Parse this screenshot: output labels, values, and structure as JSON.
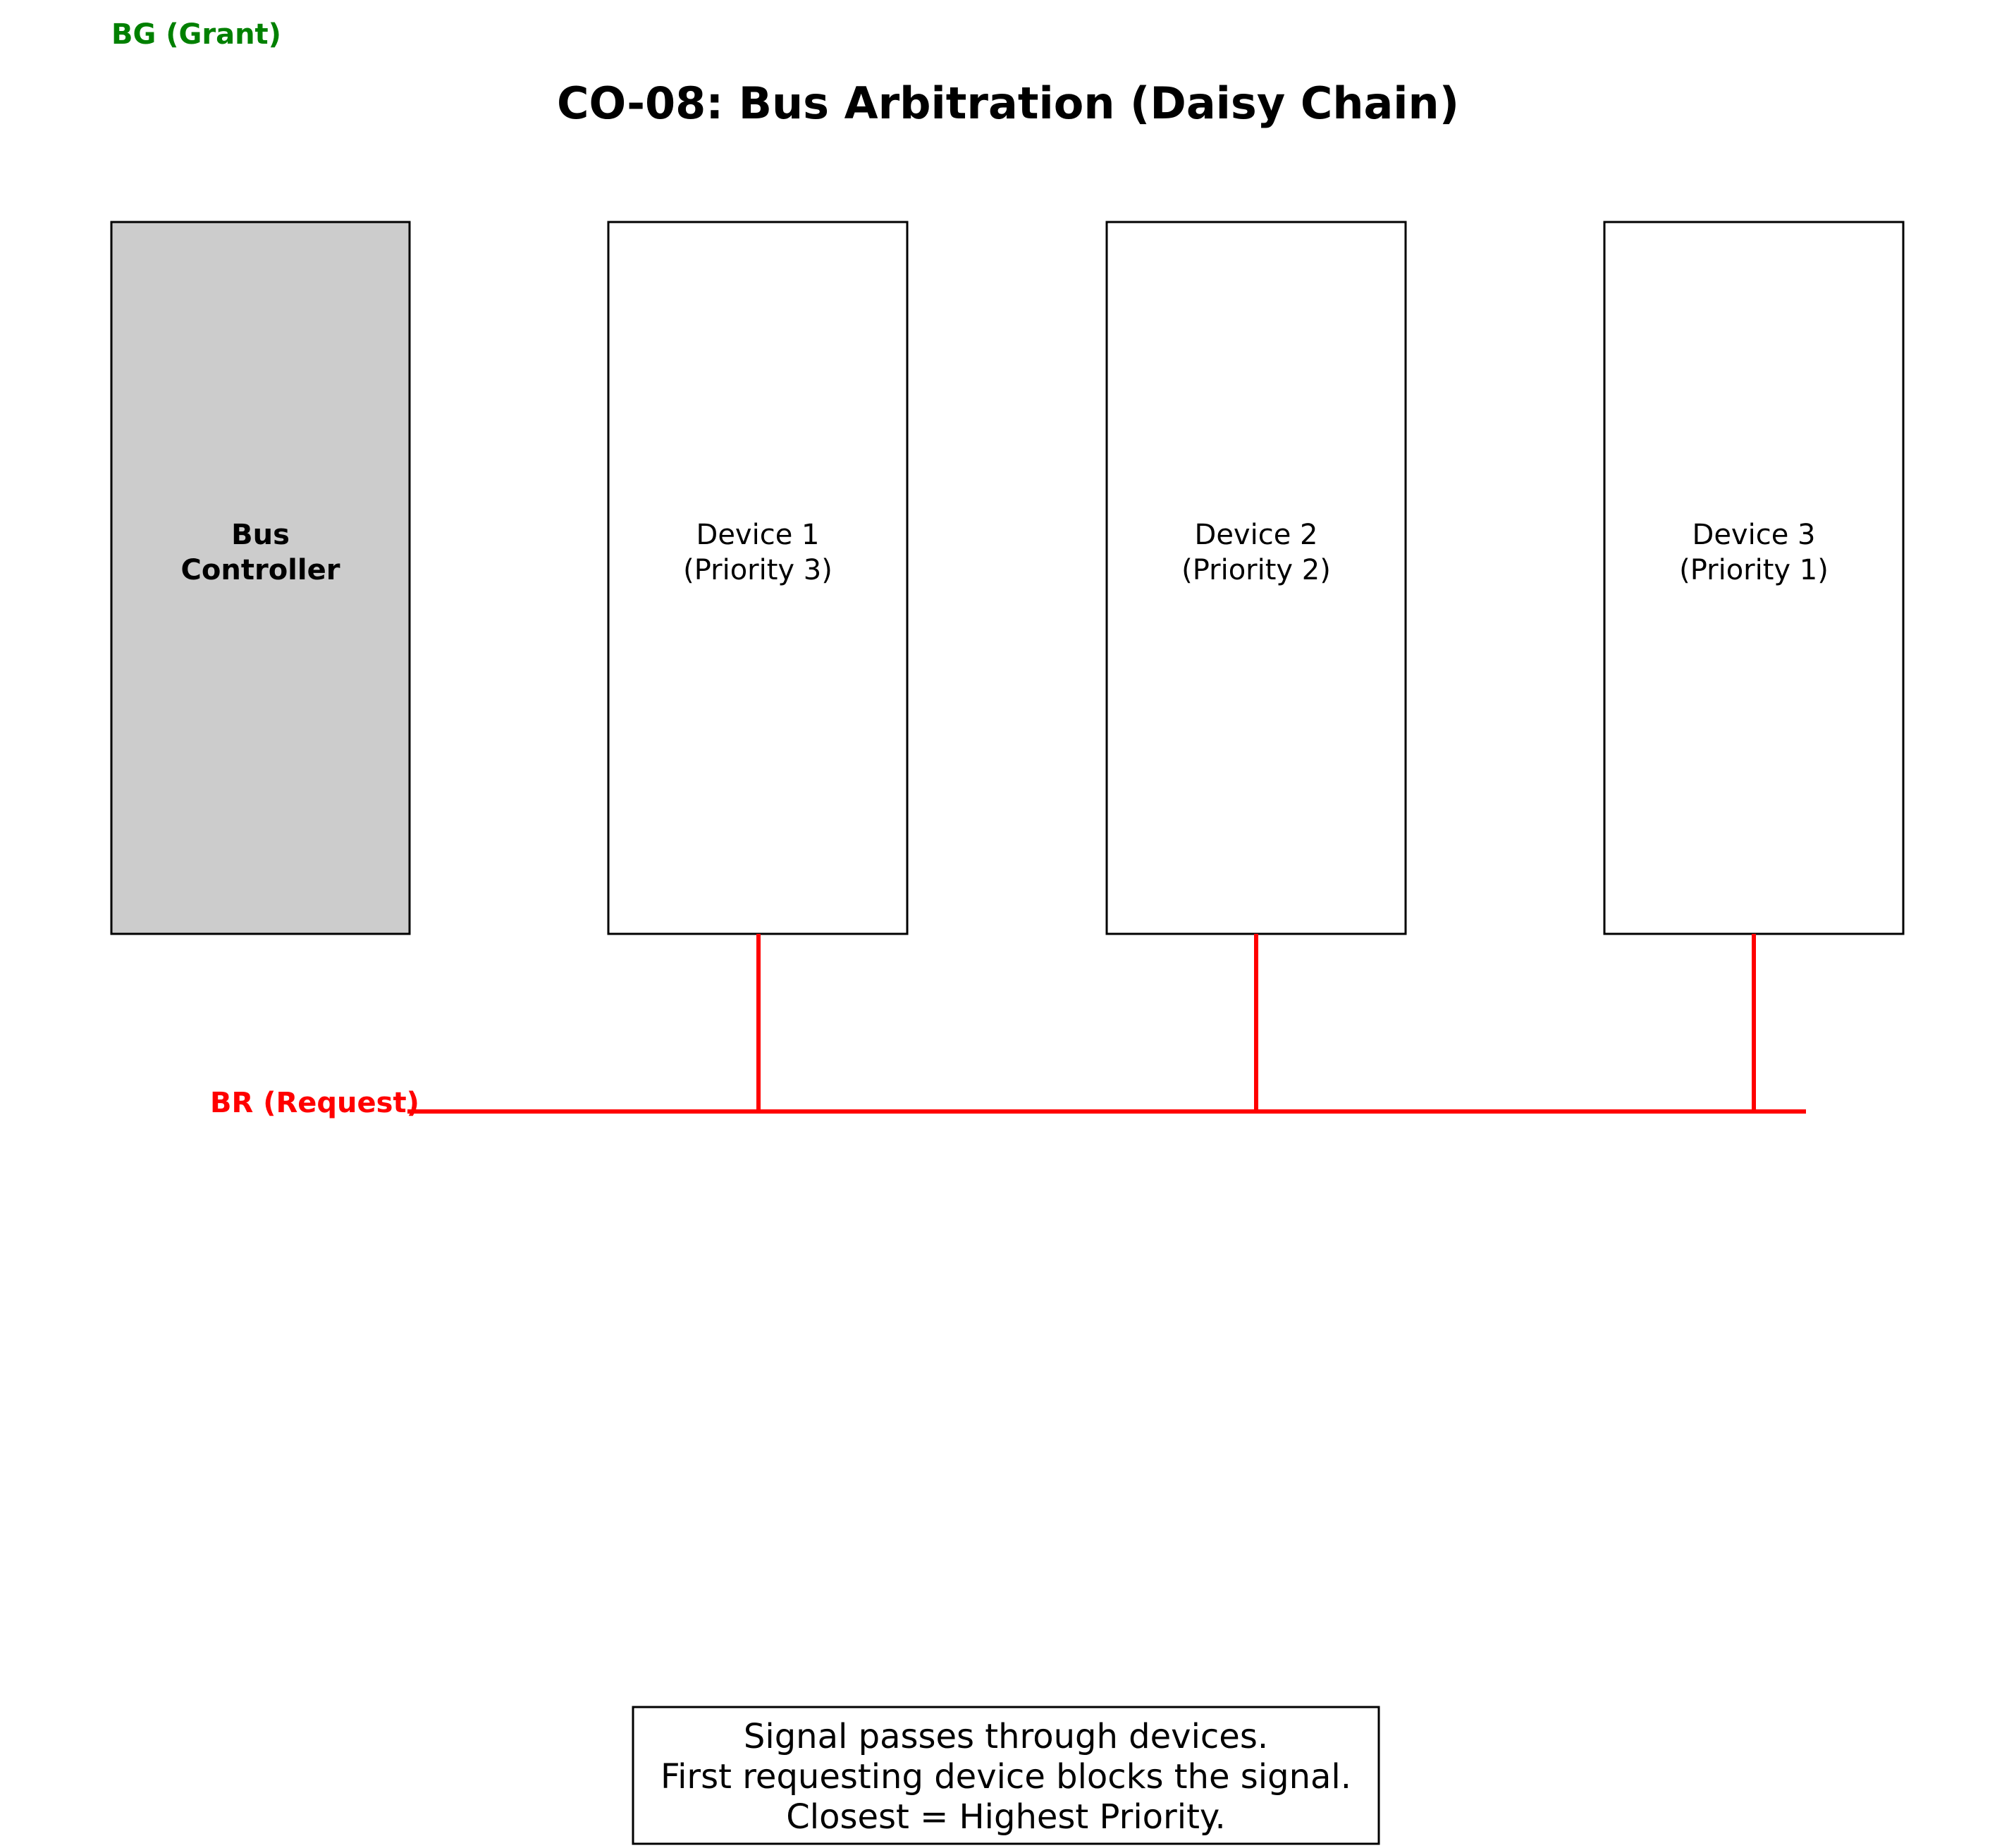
{
  "title": "CO-08: Bus Arbitration (Daisy Chain)",
  "signals": {
    "grant": {
      "label": "BG (Grant)",
      "color": "#008000"
    },
    "request": {
      "label": "BR (Request)",
      "color": "#ff0000"
    }
  },
  "controller": {
    "line1": "Bus",
    "line2": "Controller",
    "fill": "#cccccc"
  },
  "devices": [
    {
      "line1": "Device 1",
      "line2": "(Priority 3)"
    },
    {
      "line1": "Device 2",
      "line2": "(Priority 2)"
    },
    {
      "line1": "Device 3",
      "line2": "(Priority 1)"
    }
  ],
  "note": {
    "line1": "Signal passes through devices.",
    "line2": "First requesting device blocks the signal.",
    "line3": "Closest = Highest Priority."
  }
}
